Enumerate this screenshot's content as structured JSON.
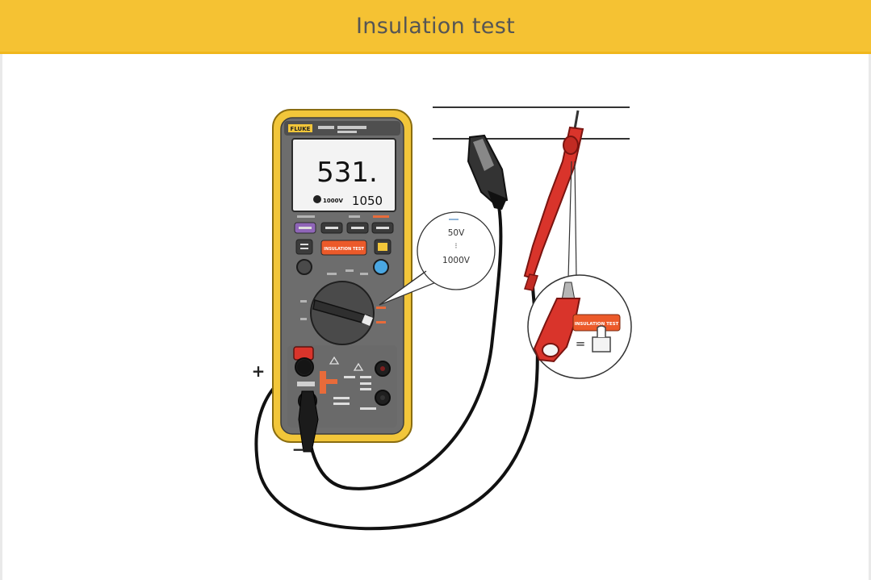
{
  "header": {
    "title": "Insulation test"
  },
  "meter": {
    "brand": "FLUKE",
    "display_main": "531.",
    "display_voltage_badge": "1000V",
    "display_secondary": "1050",
    "insulation_button": "INSULATION TEST"
  },
  "callout_range": {
    "top": "50V",
    "separator": "⁝",
    "bottom": "1000V"
  },
  "probe_callout": {
    "button_label": "INSULATION TEST",
    "equals": "="
  },
  "terminals": {
    "positive": "+",
    "negative": "−"
  },
  "colors": {
    "banner": "#f5c233",
    "meter_yellow": "#f2c63a",
    "meter_gray": "#6d6d6d",
    "probe_red": "#d9342b",
    "button_orange": "#ec5a2a"
  }
}
